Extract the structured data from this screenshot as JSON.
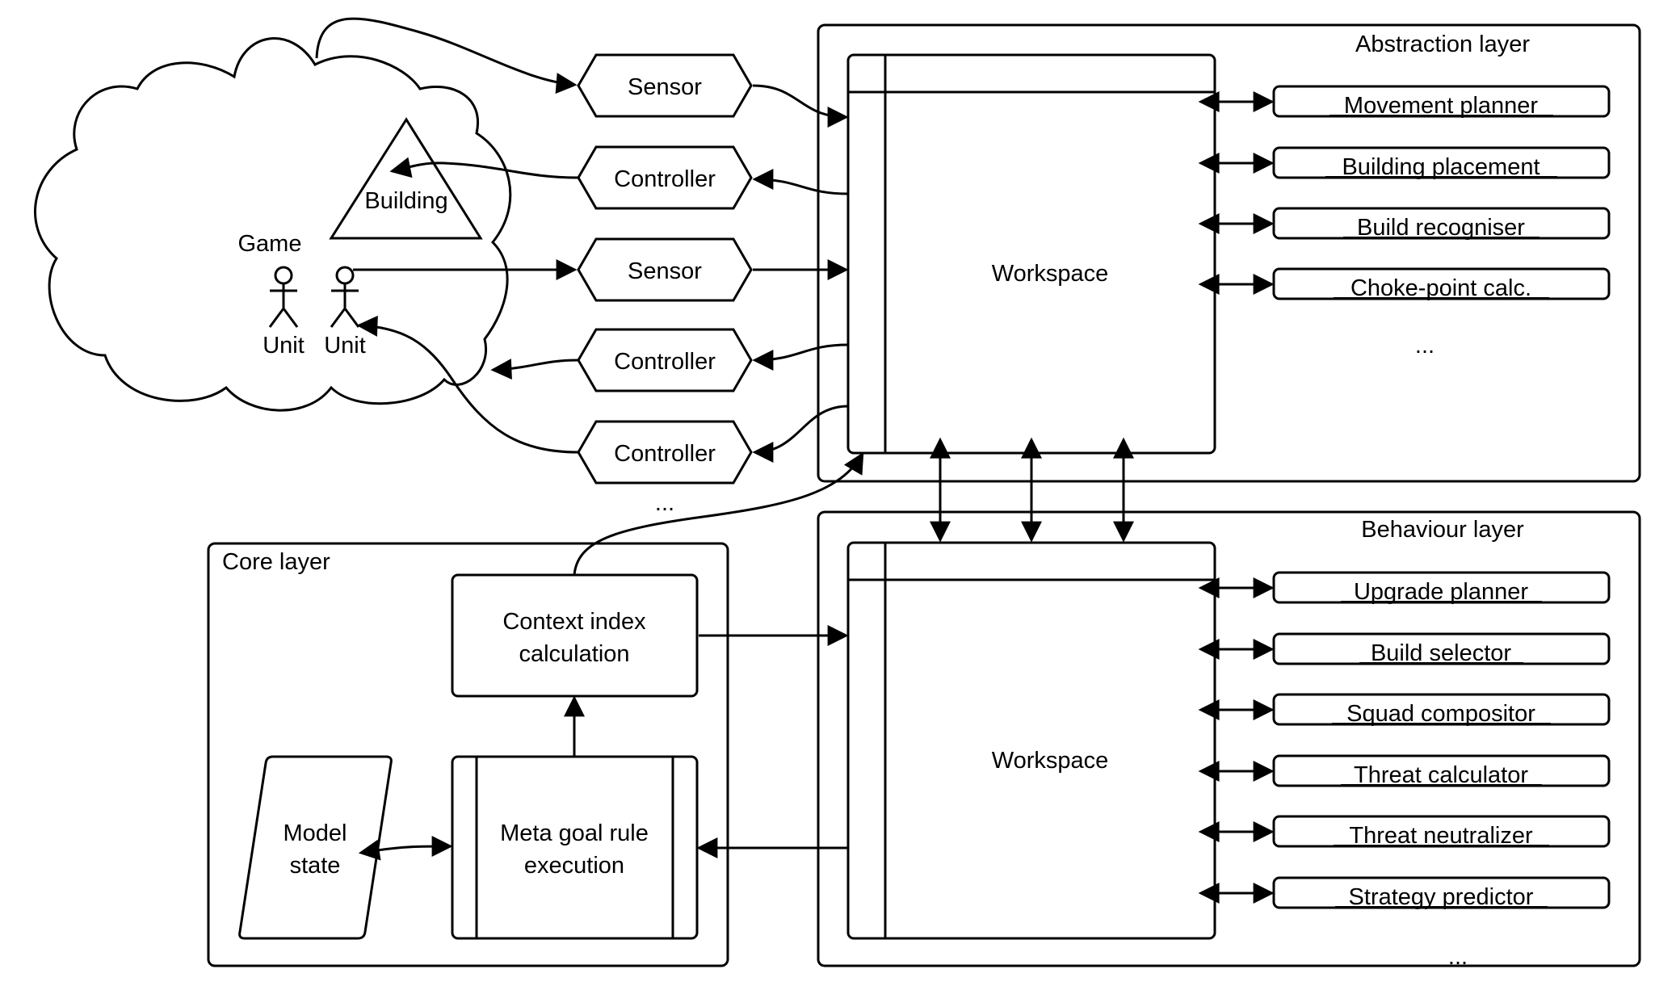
{
  "abstraction_layer": {
    "title": "Abstraction layer",
    "workspace": "Workspace",
    "components": [
      "Movement planner",
      "Building placement",
      "Build recogniser",
      "Choke-point calc."
    ],
    "more": "..."
  },
  "behaviour_layer": {
    "title": "Behaviour layer",
    "workspace": "Workspace",
    "components": [
      "Upgrade planner",
      "Build selector",
      "Squad compositor",
      "Threat calculator",
      "Threat neutralizer",
      "Strategy predictor"
    ],
    "more": "..."
  },
  "core_layer": {
    "title": "Core layer",
    "context_index": [
      "Context index",
      "calculation"
    ],
    "meta_goal": [
      "Meta goal rule",
      "execution"
    ],
    "model_state": [
      "Model",
      "state"
    ]
  },
  "game": {
    "label": "Game",
    "building": "Building",
    "units": [
      "Unit",
      "Unit"
    ]
  },
  "interface": {
    "nodes": [
      "Sensor",
      "Controller",
      "Sensor",
      "Controller",
      "Controller"
    ],
    "more": "..."
  }
}
